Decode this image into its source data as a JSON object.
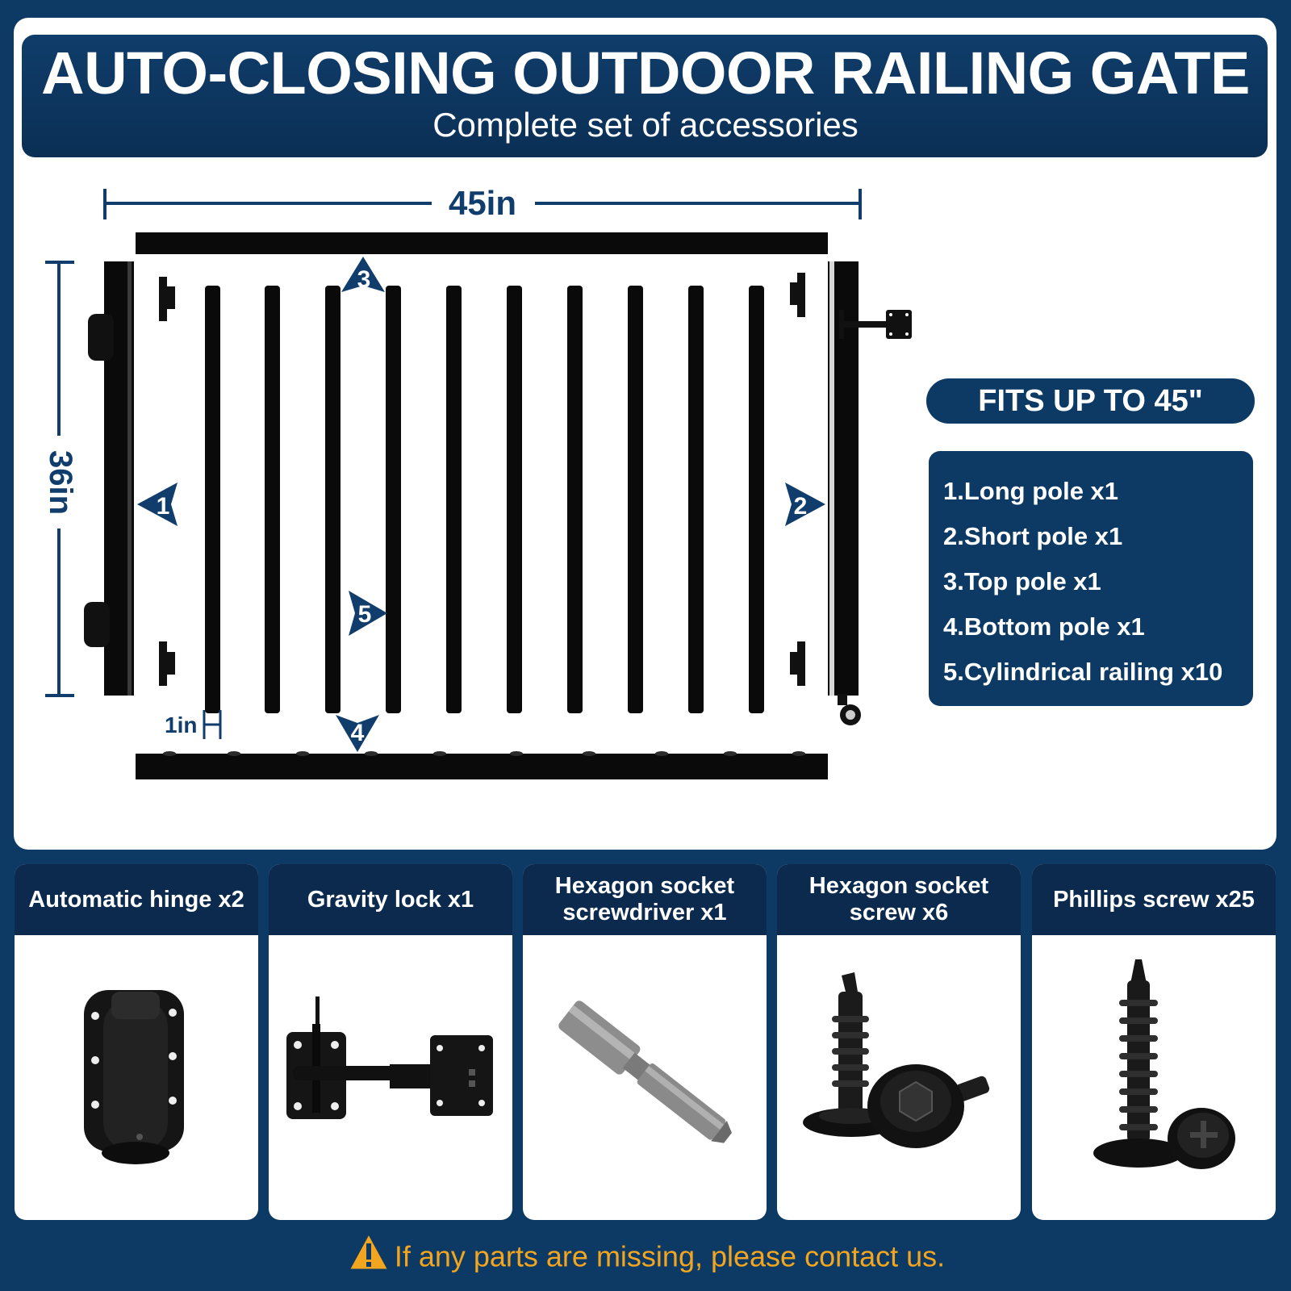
{
  "header": {
    "title": "AUTO-CLOSING OUTDOOR RAILING GATE",
    "subtitle": "Complete set of accessories"
  },
  "dimensions": {
    "width": "45in",
    "height": "36in",
    "spacing": "1in"
  },
  "callouts": [
    "1",
    "2",
    "3",
    "4",
    "5"
  ],
  "fits_badge": "FITS UP TO 45\"",
  "parts_list": [
    "1.Long pole x1",
    "2.Short pole x1",
    "3.Top pole x1",
    "4.Bottom pole x1",
    "5.Cylindrical railing x10"
  ],
  "accessories": [
    {
      "label": "Automatic hinge x2",
      "icon": "hinge-icon"
    },
    {
      "label": "Gravity lock x1",
      "icon": "gravity-lock-icon"
    },
    {
      "label": "Hexagon socket screwdriver x1",
      "icon": "hex-bit-icon"
    },
    {
      "label": "Hexagon socket screw x6",
      "icon": "hex-screw-icon"
    },
    {
      "label": "Phillips screw x25",
      "icon": "phillips-screw-icon"
    }
  ],
  "footer": {
    "notice": "If any parts are missing, please contact us."
  },
  "colors": {
    "navy": "#0d3a64",
    "dark_navy": "#0b2a4e",
    "warning": "#f2a51f"
  }
}
